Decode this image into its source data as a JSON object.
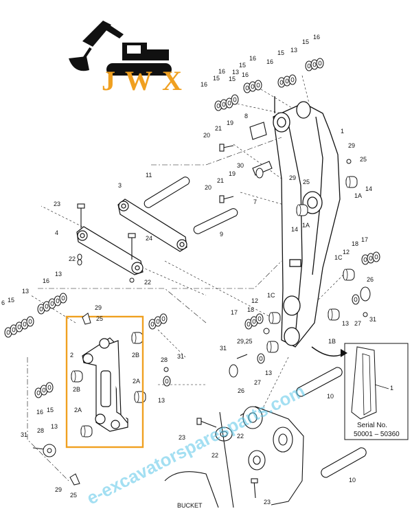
{
  "logo": {
    "text": "JWX",
    "color": "#f0a020",
    "machine_color": "#111111"
  },
  "watermark": {
    "text": "e-excavatorsparesparts.com",
    "color": "#59c6e8"
  },
  "highlight": {
    "color": "#f0a020"
  },
  "inset": {
    "serial_title": "Serial No.",
    "serial_range": "50001 – 50360",
    "callout": "1"
  },
  "bottom_label": "BUCKET",
  "callouts": {
    "c16a": "16",
    "c15a": "15",
    "c13a": "13",
    "c16b": "16",
    "c15b": "15",
    "c13b": "13",
    "c16c": "16",
    "c15c": "15",
    "c16d": "16",
    "c15d": "15",
    "c13c": "13",
    "c1a": "1",
    "c20a": "20",
    "c21a": "21",
    "c19": "19",
    "c8": "8",
    "c29a": "29",
    "c25a": "25",
    "c20b": "20",
    "c21b": "21",
    "c30": "30",
    "c19b": "19",
    "c7": "7",
    "c29b": "29",
    "c25b": "25",
    "c1Aa": "1A",
    "c14a": "14",
    "c11": "11",
    "c3": "3",
    "c23a": "23",
    "c24": "24",
    "c9": "9",
    "c4": "4",
    "c14b": "14",
    "c1Ab": "1A",
    "c22a": "22",
    "c22b": "22",
    "c1C": "1C",
    "c12a": "12",
    "c18a": "18",
    "c17a": "17",
    "c6": "6",
    "c15e": "15",
    "c13d": "13",
    "c16e": "16",
    "c13e": "13",
    "c26a": "26",
    "c29c": "29",
    "c25c": "25",
    "c12b": "12",
    "c1Cb": "1C",
    "c17b": "17",
    "c18b": "18",
    "c13f": "13",
    "c27a": "27",
    "c31a": "31",
    "c1B": "1B",
    "c2": "2",
    "c2B": "2B",
    "c2Bb": "2B",
    "c28a": "28",
    "c31b": "31",
    "c2925": "29,25",
    "c31c": "31",
    "c27b": "27",
    "c13g": "13",
    "c2A": "2A",
    "c2Ab": "2A",
    "c13h": "13",
    "c26b": "26",
    "c10a": "10",
    "c15f": "15",
    "c16f": "16",
    "c31d": "31",
    "c28b": "28",
    "c13i": "13",
    "c23b": "23",
    "c22c": "22",
    "c22d": "22",
    "c23c": "23",
    "c10b": "10",
    "c29d": "29",
    "c25d": "25"
  }
}
